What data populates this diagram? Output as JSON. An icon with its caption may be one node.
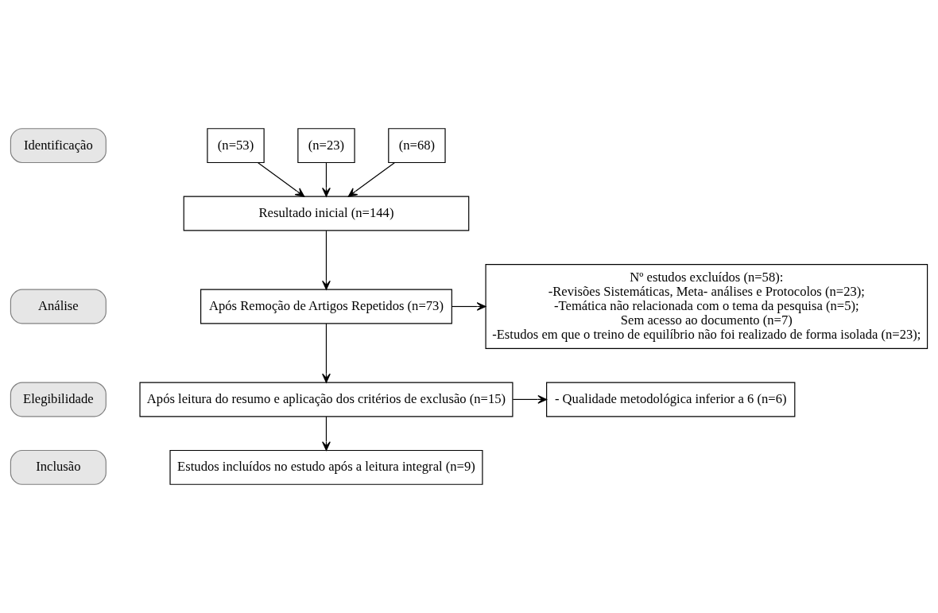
{
  "diagram": {
    "nodes": [
      {
        "text": [
          "Identificação"
        ]
      },
      {
        "text": [
          "Análise"
        ]
      },
      {
        "text": [
          "Elegibilidade"
        ]
      },
      {
        "text": [
          "Inclusão"
        ]
      },
      {
        "text": [
          "(n=53)"
        ]
      },
      {
        "text": [
          "(n=23)"
        ]
      },
      {
        "text": [
          "(n=68)"
        ]
      },
      {
        "text": [
          "Resultado inicial (n=144)"
        ]
      },
      {
        "text": [
          "Após Remoção de Artigos Repetidos (n=73)"
        ]
      },
      {
        "text": [
          "Nº estudos excluídos (n=58):",
          "-Revisões Sistemáticas, Meta- análises e Protocolos (n=23);",
          "-Temática não relacionada com o tema da pesquisa (n=5);",
          "Sem acesso ao documento (n=7)",
          "-Estudos em que o treino de equilíbrio não foi realizado de forma isolada (n=23);"
        ]
      },
      {
        "text": [
          "Após leitura do resumo e aplicação dos critérios de exclusão (n=15)"
        ]
      },
      {
        "text": [
          "- Qualidade metodológica inferior a 6 (n=6)"
        ]
      },
      {
        "text": [
          "Estudos incluídos no estudo após a leitura integral (n=9)"
        ]
      }
    ],
    "edges": [
      {
        "from": 4,
        "to": 7,
        "arrow": "to"
      },
      {
        "from": 5,
        "to": 7,
        "arrow": "to"
      },
      {
        "from": 6,
        "to": 7,
        "arrow": "to"
      },
      {
        "from": 7,
        "to": 8,
        "arrow": "to"
      },
      {
        "from": 8,
        "to": 10,
        "arrow": "to"
      },
      {
        "from": 8,
        "to": 9,
        "arrow": "to"
      },
      {
        "from": 10,
        "to": 12,
        "arrow": "to"
      },
      {
        "from": 10,
        "to": 11,
        "arrow": "to"
      }
    ]
  }
}
